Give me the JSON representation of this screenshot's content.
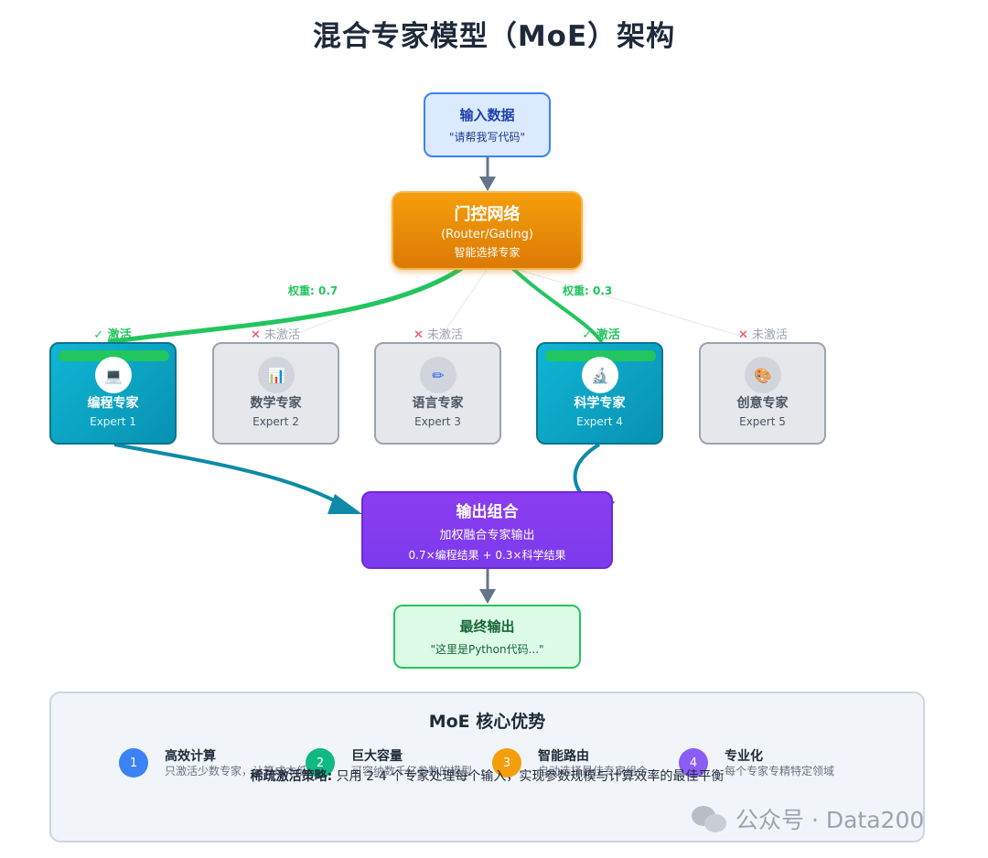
{
  "title": "混合专家模型（MoE）架构",
  "input": {
    "title": "输入数据",
    "text": "\"请帮我写代码\""
  },
  "gate": {
    "title": "门控网络",
    "subtitle": "(Router/Gating)",
    "desc": "智能选择专家"
  },
  "weights": {
    "left": "权重: 0.7",
    "right": "权重: 0.3"
  },
  "experts": [
    {
      "name": "编程专家",
      "sub": "Expert 1",
      "status": "✓ 激活",
      "active": true,
      "icon": "laptop-icon",
      "glyph": "💻"
    },
    {
      "name": "数学专家",
      "sub": "Expert 2",
      "status": "未激活",
      "active": false,
      "icon": "bar-chart-icon",
      "glyph": "📊"
    },
    {
      "name": "语言专家",
      "sub": "Expert 3",
      "status": "未激活",
      "active": false,
      "icon": "pen-icon",
      "glyph": "✏"
    },
    {
      "name": "科学专家",
      "sub": "Expert 4",
      "status": "✓ 激活",
      "active": true,
      "icon": "microscope-icon",
      "glyph": "🔬"
    },
    {
      "name": "创意专家",
      "sub": "Expert 5",
      "status": "未激活",
      "active": false,
      "icon": "palette-icon",
      "glyph": "🎨"
    }
  ],
  "output": {
    "title": "输出组合",
    "desc": "加权融合专家输出",
    "formula": "0.7×编程结果 + 0.3×科学结果"
  },
  "final": {
    "title": "最终输出",
    "text": "\"这里是Python代码...\""
  },
  "advantages": {
    "title": "MoE 核心优势",
    "items": [
      {
        "num": "1",
        "title": "高效计算",
        "desc": "只激活少数专家，计算成本低",
        "color": "#3b82f6"
      },
      {
        "num": "2",
        "title": "巨大容量",
        "desc": "可容纳数千亿参数的模型",
        "color": "#10b981"
      },
      {
        "num": "3",
        "title": "智能路由",
        "desc": "自动选择最佳专家组合",
        "color": "#f59e0b"
      },
      {
        "num": "4",
        "title": "专业化",
        "desc": "每个专家专精特定领域",
        "color": "#8b5cf6"
      }
    ],
    "strategy_label": "稀疏激活策略:",
    "strategy_text": " 只用 2-4 个专家处理每个输入，实现参数规模与计算效率的最佳平衡"
  },
  "watermark": "公众号 · Data200"
}
